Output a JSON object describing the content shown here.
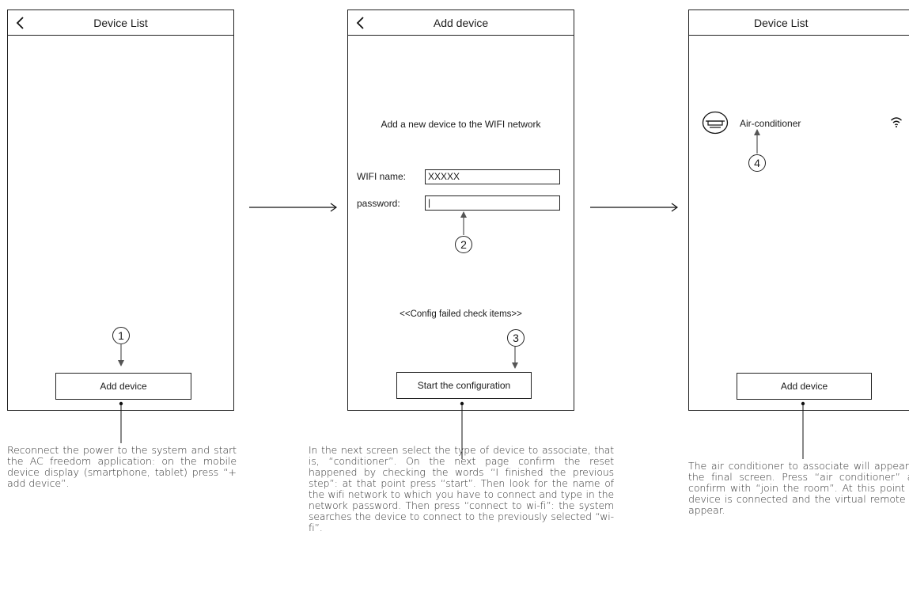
{
  "screen1": {
    "title": "Device List",
    "add_button": "Add device",
    "callout": "1",
    "caption": "Reconnect the power to the system and start the AC freedom application: on the mobile device display (smartphone, tablet) press “+ add device”."
  },
  "screen2": {
    "title": "Add device",
    "prompt": "Add a new device to the WIFI network",
    "wifi_label": "WIFI name:",
    "wifi_value": "XXXXX",
    "password_label": "password:",
    "password_value": "|",
    "callout_password": "2",
    "config_failed": "<<Config failed check items>>",
    "callout_start": "3",
    "start_button": "Start the configuration",
    "caption": "In the next screen select the type of device to associate, that is, “conditioner”. On the next page confirm the reset happened by checking the words “I finished the previous step”: at that point press “start”. Then look for the name of the wifi network to which you have to connect and type in the network password. Then press “connect to wi-fi”: the system searches the device to connect to the previously selected “wi-fi”."
  },
  "screen3": {
    "title": "Device List",
    "device_name": "Air-conditioner",
    "device_icon": "air-conditioner-icon",
    "signal_icon": "wifi-signal-icon",
    "callout": "4",
    "add_button": "Add device",
    "caption": "The air conditioner to associate will appear on the final screen. Press “air conditioner” and confirm with “join the room”. At this point the device is connected and the virtual remote will appear."
  },
  "icons": [
    "back-arrow-icon",
    "air-conditioner-icon",
    "wifi-signal-icon",
    "flow-arrow"
  ]
}
